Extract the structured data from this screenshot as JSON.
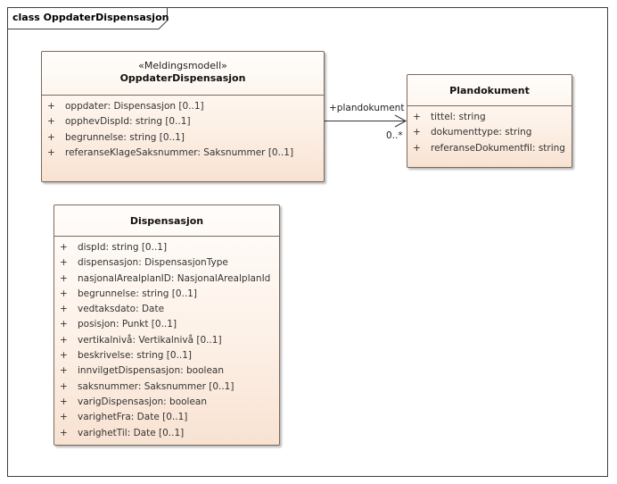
{
  "diagram": {
    "title": "class OppdaterDispensasjon"
  },
  "classes": {
    "oppdater": {
      "stereotype": "«Meldingsmodell»",
      "name": "OppdaterDispensasjon",
      "attributes": [
        {
          "vis": "+",
          "text": "oppdater: Dispensasjon [0..1]"
        },
        {
          "vis": "+",
          "text": "opphevDispId: string [0..1]"
        },
        {
          "vis": "+",
          "text": "begrunnelse: string [0..1]"
        },
        {
          "vis": "+",
          "text": "referanseKlageSaksnummer: Saksnummer [0..1]"
        }
      ]
    },
    "plandokument": {
      "name": "Plandokument",
      "attributes": [
        {
          "vis": "+",
          "text": "tittel: string"
        },
        {
          "vis": "+",
          "text": "dokumenttype: string"
        },
        {
          "vis": "+",
          "text": "referanseDokumentfil: string"
        }
      ]
    },
    "dispensasjon": {
      "name": "Dispensasjon",
      "attributes": [
        {
          "vis": "+",
          "text": "dispId: string [0..1]"
        },
        {
          "vis": "+",
          "text": "dispensasjon: DispensasjonType"
        },
        {
          "vis": "+",
          "text": "nasjonalArealplanID: NasjonalArealplanId"
        },
        {
          "vis": "+",
          "text": "begrunnelse: string [0..1]"
        },
        {
          "vis": "+",
          "text": "vedtaksdato: Date"
        },
        {
          "vis": "+",
          "text": "posisjon: Punkt [0..1]"
        },
        {
          "vis": "+",
          "text": "vertikalnivå: Vertikalnivå [0..1]"
        },
        {
          "vis": "+",
          "text": "beskrivelse: string [0..1]"
        },
        {
          "vis": "+",
          "text": "innvilgetDispensasjon: boolean"
        },
        {
          "vis": "+",
          "text": "saksnummer: Saksnummer [0..1]"
        },
        {
          "vis": "+",
          "text": "varigDispensasjon: boolean"
        },
        {
          "vis": "+",
          "text": "varighetFra: Date [0..1]"
        },
        {
          "vis": "+",
          "text": "varighetTil: Date [0..1]"
        }
      ]
    }
  },
  "association": {
    "role": "+plandokument",
    "multiplicity": "0..*"
  }
}
